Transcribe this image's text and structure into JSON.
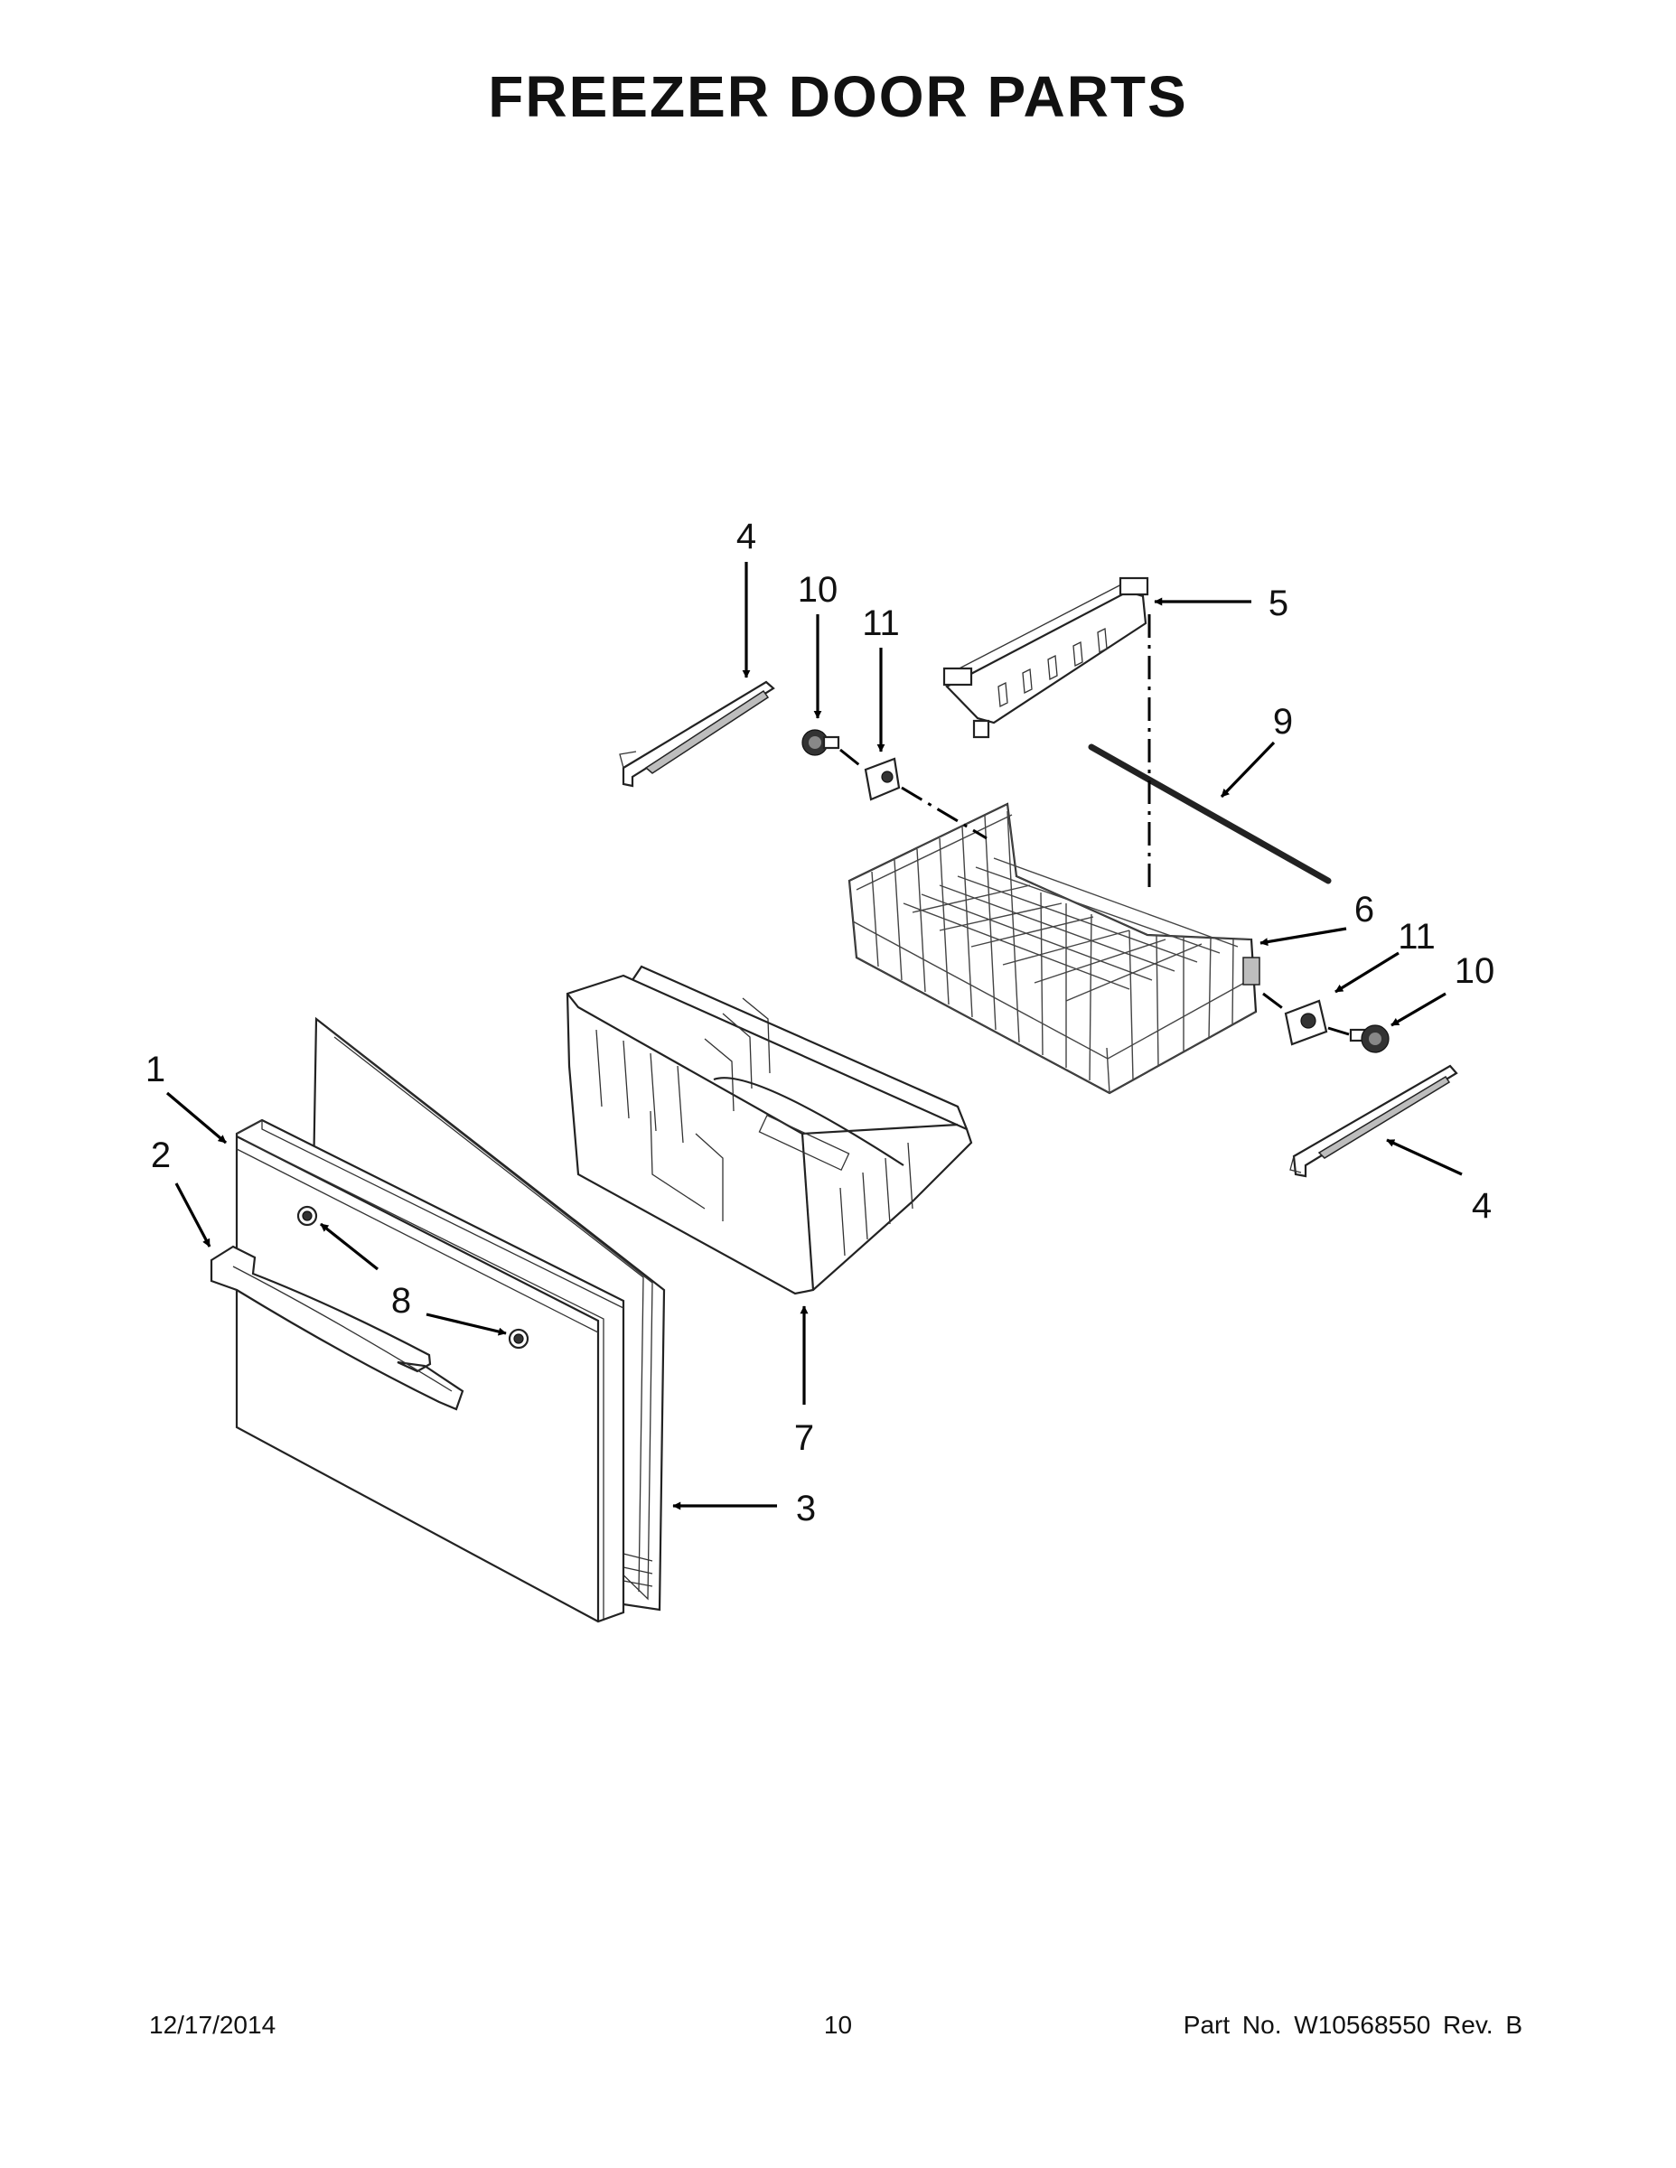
{
  "title": "FREEZER DOOR PARTS",
  "callouts": [
    {
      "id": "c4a",
      "label": "4"
    },
    {
      "id": "c10a",
      "label": "10"
    },
    {
      "id": "c11a",
      "label": "11"
    },
    {
      "id": "c5",
      "label": "5"
    },
    {
      "id": "c9",
      "label": "9"
    },
    {
      "id": "c6",
      "label": "6"
    },
    {
      "id": "c11b",
      "label": "11"
    },
    {
      "id": "c10b",
      "label": "10"
    },
    {
      "id": "c1",
      "label": "1"
    },
    {
      "id": "c2",
      "label": "2"
    },
    {
      "id": "c8",
      "label": "8"
    },
    {
      "id": "c4b",
      "label": "4"
    },
    {
      "id": "c7",
      "label": "7"
    },
    {
      "id": "c3",
      "label": "3"
    }
  ],
  "footer": {
    "date": "12/17/2014",
    "page": "10",
    "part_no": "Part No.  W10568550  Rev.  B"
  }
}
